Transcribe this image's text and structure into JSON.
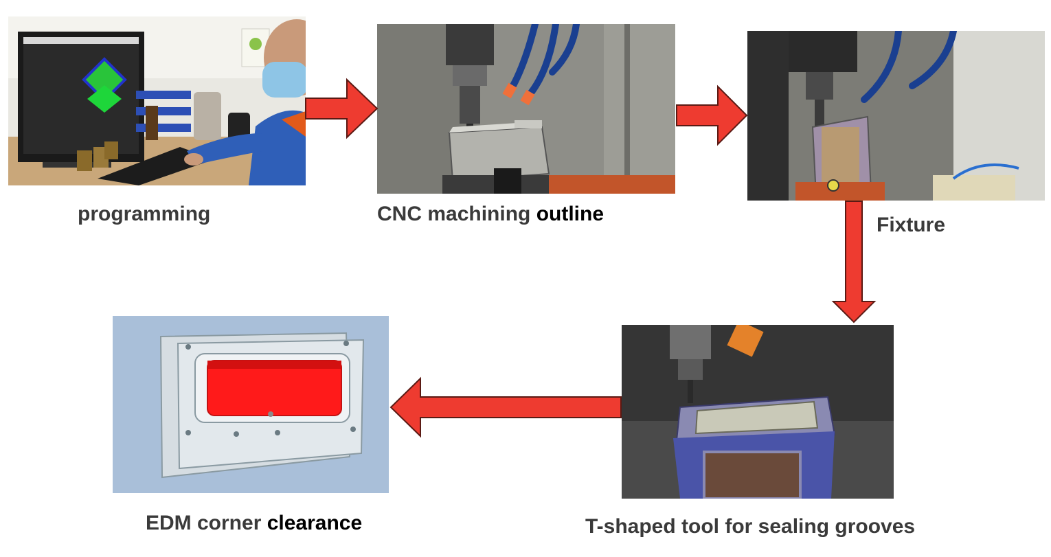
{
  "steps": [
    {
      "label": "programming",
      "emphasis": ""
    },
    {
      "label": "CNC machining ",
      "emphasis": "outline"
    },
    {
      "label": "Fixture",
      "emphasis": ""
    },
    {
      "label": "T-shaped tool for sealing grooves",
      "emphasis": ""
    },
    {
      "label": "EDM corner ",
      "emphasis": "clearance"
    }
  ],
  "colors": {
    "arrow_fill": "#ee3b30",
    "arrow_stroke": "#5a1a14",
    "caption_text": "#3a3a3a",
    "emphasis_text": "#000000",
    "edm_cavity": "#ff1a1a",
    "edm_background": "#a9bfd9"
  }
}
